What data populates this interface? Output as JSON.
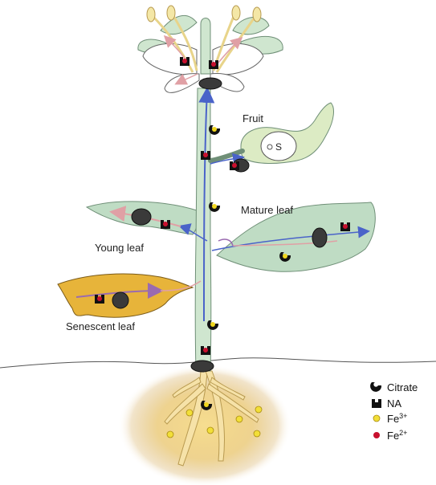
{
  "labels": {
    "fruit": "Fruit",
    "seed": "S",
    "mature_leaf": "Mature leaf",
    "young_leaf": "Young leaf",
    "senescent_leaf": "Senescent leaf"
  },
  "legend": {
    "citrate": "Citrate",
    "na": "NA",
    "fe3": {
      "base": "Fe",
      "sup": "3+"
    },
    "fe2": {
      "base": "Fe",
      "sup": "2+"
    }
  },
  "colors": {
    "plant_green": "#cfe6cf",
    "leaf_green": "#bfdcc4",
    "stem_outline": "#6f8f77",
    "senescent_leaf": "#e7b43a",
    "root_glow": "#e2b54a",
    "root_fill": "#f6e2a8",
    "flower_petal": "#ffffff",
    "transporter": "#3a3a3a",
    "citrate": "#f0d61e",
    "fe3": "#f2df38",
    "fe2": "#c8102e",
    "arrow_blue": "#4a63c9",
    "arrow_pink": "#e0a0a5",
    "arrow_purple": "#9a6bb0"
  }
}
